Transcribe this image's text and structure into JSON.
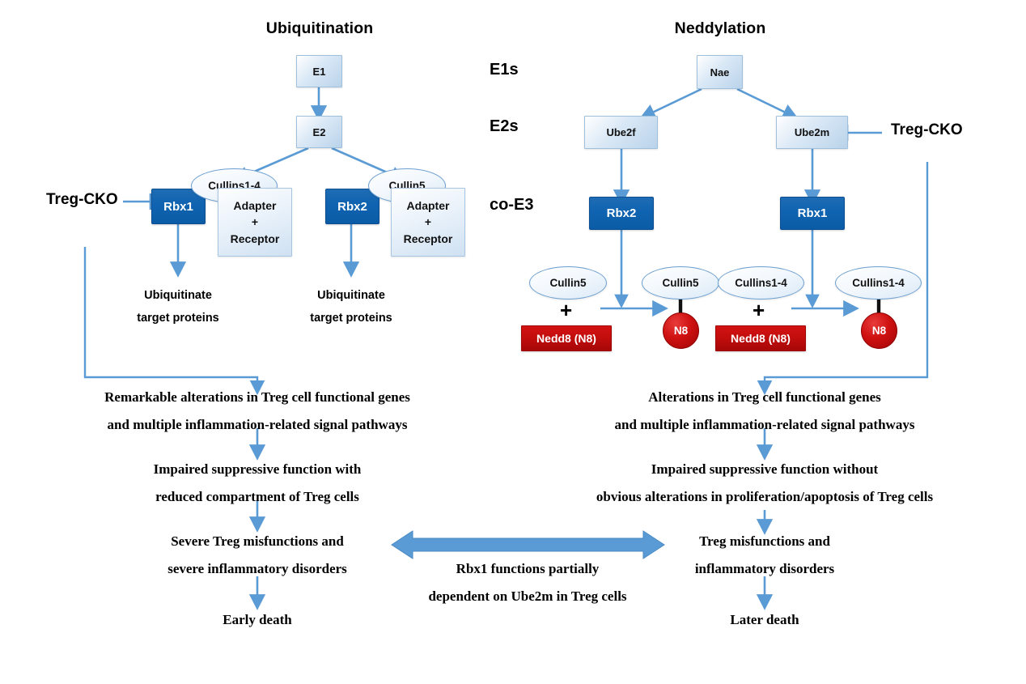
{
  "diagram": {
    "titles": {
      "left": "Ubiquitination",
      "right": "Neddylation"
    },
    "row_labels": [
      {
        "name": "e1s",
        "label": "E1s"
      },
      {
        "name": "e2s",
        "label": "E2s"
      },
      {
        "name": "coe3",
        "label": "co-E3"
      }
    ],
    "inhibitors": [
      {
        "name": "left",
        "label": "Treg-CKO",
        "target": "Rbx1"
      },
      {
        "name": "right",
        "label": "Treg-CKO",
        "target": "Ube2m"
      }
    ],
    "left_branch": {
      "e1": "E1",
      "e2": "E2",
      "complexes": [
        {
          "rbx": "Rbx1",
          "cullin": "Cullins1-4",
          "adapter_line1": "Adapter",
          "adapter_plus": "+",
          "adapter_line2": "Receptor",
          "output_line1": "Ubiquitinate",
          "output_line2": "target proteins"
        },
        {
          "rbx": "Rbx2",
          "cullin": "Cullin5",
          "adapter_line1": "Adapter",
          "adapter_plus": "+",
          "adapter_line2": "Receptor",
          "output_line1": "Ubiquitinate",
          "output_line2": "target proteins"
        }
      ]
    },
    "right_branch": {
      "e1": "Nae",
      "e2_left": "Ube2f",
      "e2_right": "Ube2m",
      "reactions": [
        {
          "rbx": "Rbx2",
          "substrate": "Cullin5",
          "plus": "+",
          "donor": "Nedd8 (N8)",
          "product_cullin": "Cullin5",
          "product_tag": "N8"
        },
        {
          "rbx": "Rbx1",
          "substrate": "Cullins1-4",
          "plus": "+",
          "donor": "Nedd8 (N8)",
          "product_cullin": "Cullins1-4",
          "product_tag": "N8"
        }
      ]
    },
    "outcomes": {
      "left": [
        {
          "line1": "Remarkable alterations in Treg cell functional genes",
          "line2": "and multiple inflammation-related signal pathways"
        },
        {
          "line1": "Impaired suppressive function with",
          "line2": "reduced compartment of Treg cells"
        },
        {
          "line1": "Severe Treg misfunctions and",
          "line2": "severe inflammatory disorders"
        },
        {
          "line1": "Early death",
          "line2": ""
        }
      ],
      "right": [
        {
          "line1": "Alterations in Treg cell functional genes",
          "line2": "and multiple inflammation-related signal pathways"
        },
        {
          "line1": "Impaired suppressive function without",
          "line2": "obvious alterations in proliferation/apoptosis of Treg cells"
        },
        {
          "line1": "Treg misfunctions and",
          "line2": "inflammatory disorders"
        },
        {
          "line1": "Later death",
          "line2": ""
        }
      ]
    },
    "center_link": {
      "arrow": "double-headed-arrow",
      "caption_line1": "Rbx1 functions partially",
      "caption_line2": "dependent on Ube2m in Treg cells"
    },
    "colors": {
      "arrow_blue": "#5b9bd5",
      "dark_blue": "#0f63b0",
      "light_blue": "#dbe9f6",
      "red": "#c10d0d",
      "text": "#000000"
    }
  }
}
